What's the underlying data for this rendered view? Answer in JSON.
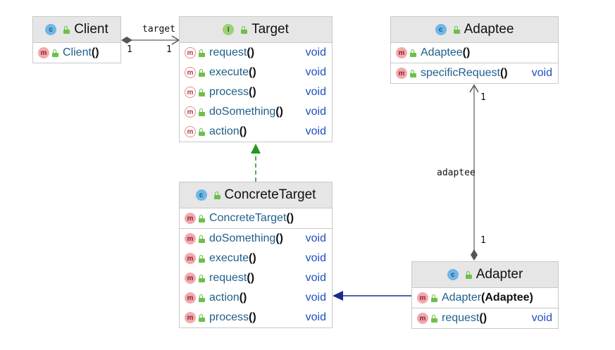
{
  "classes": {
    "client": {
      "name": "Client",
      "kind": "class",
      "methods": [
        {
          "name": "Client",
          "parens": "()",
          "type": ""
        }
      ]
    },
    "target": {
      "name": "Target",
      "kind": "interface",
      "methods": [
        {
          "name": "request",
          "parens": "()",
          "type": "void"
        },
        {
          "name": "execute",
          "parens": "()",
          "type": "void"
        },
        {
          "name": "process",
          "parens": "()",
          "type": "void"
        },
        {
          "name": "doSomething",
          "parens": "()",
          "type": "void"
        },
        {
          "name": "action",
          "parens": "()",
          "type": "void"
        }
      ]
    },
    "adaptee": {
      "name": "Adaptee",
      "kind": "class",
      "constructor": {
        "name": "Adaptee",
        "parens": "()",
        "type": ""
      },
      "methods": [
        {
          "name": "specificRequest",
          "parens": "()",
          "type": "void"
        }
      ]
    },
    "concrete_target": {
      "name": "ConcreteTarget",
      "kind": "class",
      "constructor": {
        "name": "ConcreteTarget",
        "parens": "()",
        "type": ""
      },
      "methods": [
        {
          "name": "doSomething",
          "parens": "()",
          "type": "void"
        },
        {
          "name": "execute",
          "parens": "()",
          "type": "void"
        },
        {
          "name": "request",
          "parens": "()",
          "type": "void"
        },
        {
          "name": "action",
          "parens": "()",
          "type": "void"
        },
        {
          "name": "process",
          "parens": "()",
          "type": "void"
        }
      ]
    },
    "adapter": {
      "name": "Adapter",
      "kind": "class",
      "constructor": {
        "name": "Adapter",
        "args": "(Adaptee)",
        "type": ""
      },
      "methods": [
        {
          "name": "request",
          "parens": "()",
          "type": "void"
        }
      ]
    }
  },
  "badges": {
    "class": "c",
    "interface": "I",
    "method": "m"
  },
  "edges": {
    "client_target": {
      "label": "target",
      "source_mult": "1",
      "target_mult": "1"
    },
    "adapter_adaptee": {
      "label": "adaptee",
      "source_mult": "1",
      "target_mult": "1"
    }
  },
  "colors": {
    "realization": "#2e9a2e",
    "generalization": "#1a2a8f",
    "association": "#7a7a7a"
  }
}
